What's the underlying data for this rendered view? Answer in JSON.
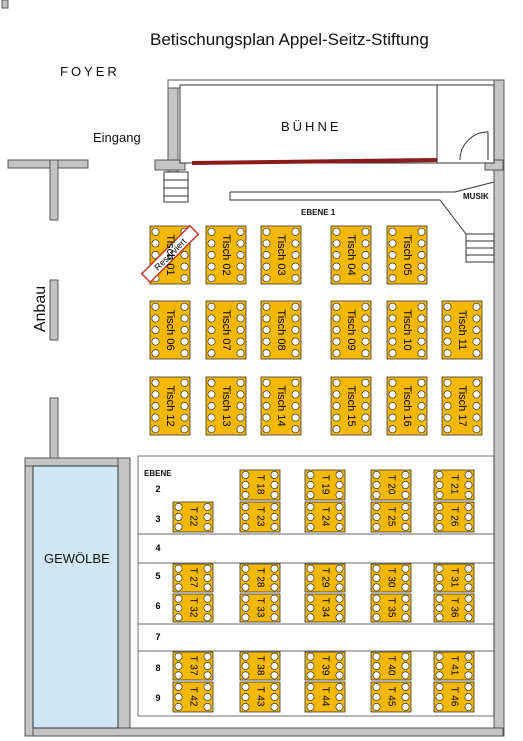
{
  "title": "Betischungsplan Appel-Seitz-Stiftung",
  "areas": {
    "foyer": "FOYER",
    "eingang": "Eingang",
    "buehne": "BÜHNE",
    "musik": "MUSIK",
    "ebene1": "EBENE 1",
    "anbau": "Anbau",
    "gewoelbe": "GEWÖLBE",
    "ebene_header": "EBENE"
  },
  "reserved_label": "Reserviert",
  "row_numbers": [
    "2",
    "3",
    "4",
    "5",
    "6",
    "7",
    "8",
    "9"
  ],
  "upper_tables": [
    {
      "label": "Tisch 01",
      "reserved": true
    },
    {
      "label": "Tisch 02"
    },
    {
      "label": "Tisch 03"
    },
    {
      "label": "Tisch 04"
    },
    {
      "label": "Tisch 05"
    },
    {
      "label": "Tisch 06"
    },
    {
      "label": "Tisch 07"
    },
    {
      "label": "Tisch 08"
    },
    {
      "label": "Tisch 09"
    },
    {
      "label": "Tisch 10"
    },
    {
      "label": "Tisch 11"
    },
    {
      "label": "Tisch 12"
    },
    {
      "label": "Tisch 13"
    },
    {
      "label": "Tisch 14"
    },
    {
      "label": "Tisch 15"
    },
    {
      "label": "Tisch 16"
    },
    {
      "label": "Tisch 17"
    }
  ],
  "lower_tables": [
    {
      "label": "T 18"
    },
    {
      "label": "T 19"
    },
    {
      "label": "T 20"
    },
    {
      "label": "T 21"
    },
    {
      "label": "T 22"
    },
    {
      "label": "T 23"
    },
    {
      "label": "T 24"
    },
    {
      "label": "T 25"
    },
    {
      "label": "T 26"
    },
    {
      "label": "T 27"
    },
    {
      "label": "T 28"
    },
    {
      "label": "T 29"
    },
    {
      "label": "T 30"
    },
    {
      "label": "T 31"
    },
    {
      "label": "T 32"
    },
    {
      "label": "T 33"
    },
    {
      "label": "T 34"
    },
    {
      "label": "T 35"
    },
    {
      "label": "T 36"
    },
    {
      "label": "T 37"
    },
    {
      "label": "T 38"
    },
    {
      "label": "T 39"
    },
    {
      "label": "T 40"
    },
    {
      "label": "T 41"
    },
    {
      "label": "T 42"
    },
    {
      "label": "T 43"
    },
    {
      "label": "T 44"
    },
    {
      "label": "T 45"
    },
    {
      "label": "T 46"
    }
  ],
  "colors": {
    "table": "#f5b800",
    "stage_edge": "#8b1a1a",
    "gewoelbe": "#cfe6f5",
    "wall": "#b8b8b8"
  }
}
